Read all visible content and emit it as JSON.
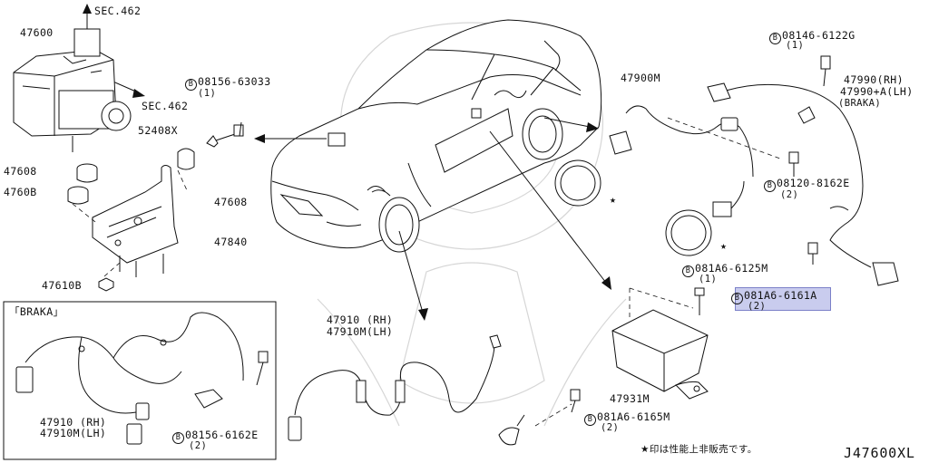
{
  "diagram_code": "J47600XL",
  "note_text": "★印は性能上非販売です。",
  "labels": {
    "sec462_top": "SEC.462",
    "sec462_right": "SEC.462",
    "p47600": "47600",
    "p47608_a": "47608",
    "p4760B": "4760B",
    "p52408x": "52408X",
    "p47608_b": "47608",
    "p47840": "47840",
    "p47610b": "47610B",
    "bolt_63033": "08156-63033",
    "bolt_63033_qty": "(1)",
    "p47900m": "47900M",
    "bolt_6122g": "08146-6122G",
    "bolt_6122g_qty": "(1)",
    "p47990_rh": "47990(RH)",
    "p47990a_lh": "47990+A(LH)",
    "braka_right": "(BRAKA)",
    "bolt_8162e": "08120-8162E",
    "bolt_8162e_qty": "(2)",
    "bolt_6125m": "081A6-6125M",
    "bolt_6125m_qty": "(1)",
    "bolt_6161a": "081A6-6161A",
    "bolt_6161a_qty": "(2)",
    "p47910_center_rh": "47910 (RH)",
    "p47910m_center_lh": "47910M(LH)",
    "p47931m": "47931M",
    "bolt_6165m": "081A6-6165M",
    "bolt_6165m_qty": "(2)",
    "braka_box": "「BRAKA」",
    "p47910_box_rh": "47910 (RH)",
    "p47910m_box_lh": "47910M(LH)",
    "bolt_6162e": "08156-6162E",
    "bolt_6162e_qty": "(2)"
  },
  "bolt_marker": "B",
  "star_marker": "★",
  "colors": {
    "line": "#111111",
    "highlight": "#c9ccee",
    "watermark": "#d6d6d6"
  }
}
